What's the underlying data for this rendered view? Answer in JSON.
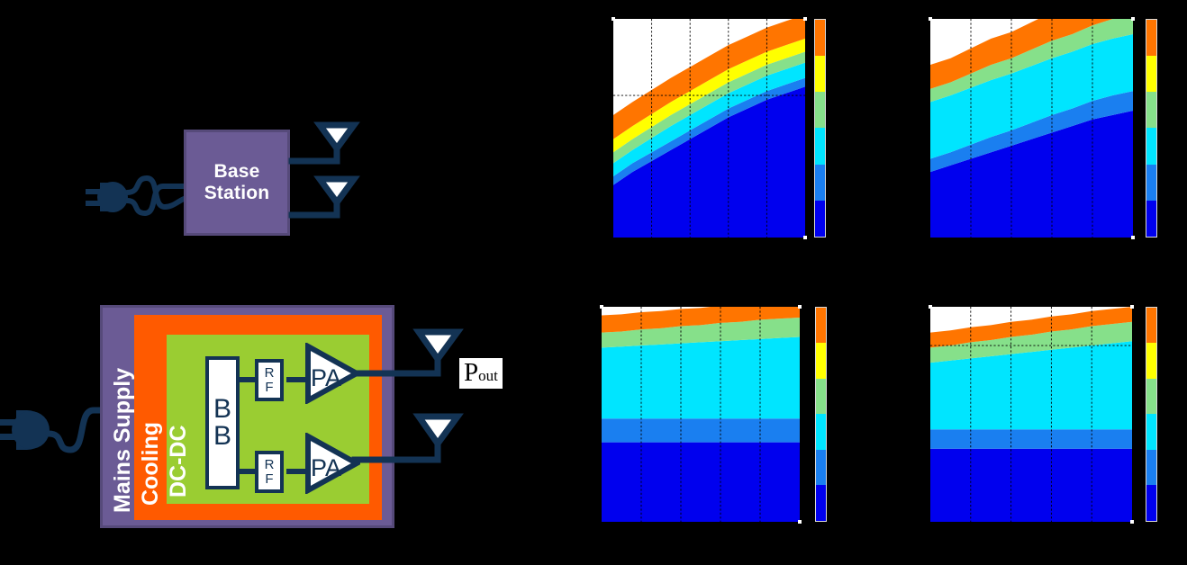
{
  "diagram": {
    "base_station": {
      "label_line1": "Base",
      "label_line2": "Station",
      "box_color": "#6b5b95",
      "antenna_count": 2
    },
    "detailed_station": {
      "frames": [
        {
          "name": "mains-supply",
          "label": "Mains Supply",
          "color": "#6b5b95"
        },
        {
          "name": "cooling",
          "label": "Cooling",
          "color": "#ff5a00"
        },
        {
          "name": "dc-dc",
          "label": "DC-DC",
          "color": "#9acd32"
        }
      ],
      "baseband_block": {
        "label_line1": "B",
        "label_line2": "B"
      },
      "rf_blocks": [
        {
          "label_line1": "R",
          "label_line2": "F"
        },
        {
          "label_line1": "R",
          "label_line2": "F"
        }
      ],
      "amplifiers": [
        {
          "label": "PA"
        },
        {
          "label": "PA"
        }
      ],
      "output_label": {
        "base": "P",
        "subscript": "out"
      },
      "antenna_count": 2,
      "plug_icon": "power-plug-icon",
      "line_color": "#133354"
    }
  },
  "palette": {
    "band_colors": [
      "#0000ee",
      "#1a7ff0",
      "#00e5ff",
      "#86e08a",
      "#ffff00",
      "#ff7500"
    ],
    "background": "#000000",
    "plot_background": "#ffffff",
    "gridline_color": "#000000"
  },
  "chart_data": [
    {
      "id": "chart-top-left",
      "type": "area",
      "stacked": true,
      "title": "",
      "xlabel": "",
      "ylabel": "",
      "xlim": [
        0,
        100
      ],
      "ylim": [
        0,
        100
      ],
      "grid": true,
      "gridlines_x": [
        20,
        40,
        60,
        80
      ],
      "gridlines_y": [
        65
      ],
      "legend": "colorbar-right",
      "x": [
        0,
        10,
        20,
        30,
        40,
        50,
        60,
        70,
        80,
        90,
        100
      ],
      "series": [
        {
          "name": "band-1-blue",
          "color": "#0000ee",
          "values": [
            24,
            30,
            35,
            40,
            45,
            50,
            55,
            59,
            63,
            66,
            69
          ]
        },
        {
          "name": "band-2-dodger",
          "color": "#1a7ff0",
          "values": [
            4,
            4,
            4,
            4,
            4,
            4,
            4,
            4,
            4,
            4,
            4
          ]
        },
        {
          "name": "band-3-cyan",
          "color": "#00e5ff",
          "values": [
            6,
            6,
            6.5,
            7,
            7,
            7,
            7,
            7,
            7,
            7,
            7
          ]
        },
        {
          "name": "band-4-green",
          "color": "#86e08a",
          "values": [
            5,
            5,
            5,
            5,
            5,
            5,
            5,
            5,
            5,
            5,
            5
          ]
        },
        {
          "name": "band-5-yellow",
          "color": "#ffff00",
          "values": [
            6,
            6,
            6,
            6,
            6,
            6,
            6,
            6,
            6,
            6,
            6
          ]
        },
        {
          "name": "band-6-orange",
          "color": "#ff7500",
          "values": [
            11,
            11,
            11,
            11,
            11,
            11,
            11,
            11,
            11,
            11,
            11
          ]
        }
      ],
      "colorbar": {
        "bands": [
          "#0000ee",
          "#1a7ff0",
          "#00e5ff",
          "#86e08a",
          "#ffff00",
          "#ff7500"
        ],
        "ticks": 6
      }
    },
    {
      "id": "chart-top-right",
      "type": "area",
      "stacked": true,
      "title": "",
      "xlabel": "",
      "ylabel": "",
      "xlim": [
        0,
        100
      ],
      "ylim": [
        0,
        100
      ],
      "grid": true,
      "gridlines_x": [
        20,
        40,
        60,
        80
      ],
      "gridlines_y": [],
      "legend": "colorbar-right",
      "x": [
        0,
        10,
        20,
        30,
        40,
        50,
        60,
        70,
        80,
        90,
        100
      ],
      "series": [
        {
          "name": "band-1-blue",
          "color": "#0000ee",
          "values": [
            30,
            33,
            36,
            39,
            42,
            45,
            48,
            51,
            54,
            56,
            58
          ]
        },
        {
          "name": "band-2-dodger",
          "color": "#1a7ff0",
          "values": [
            6,
            6,
            6.5,
            7,
            7,
            7.5,
            8,
            8,
            8.5,
            9,
            9
          ]
        },
        {
          "name": "band-3-cyan",
          "color": "#00e5ff",
          "values": [
            26,
            26,
            26,
            26,
            26,
            26,
            26,
            26,
            26,
            26,
            26
          ]
        },
        {
          "name": "band-4-green",
          "color": "#86e08a",
          "values": [
            6,
            6,
            6.5,
            7,
            7,
            7.5,
            8,
            8,
            8.5,
            9,
            9
          ]
        },
        {
          "name": "band-5-yellow",
          "color": "#ffff00",
          "values": [
            0,
            0,
            0,
            0,
            0,
            0,
            0,
            0,
            0,
            0,
            0
          ]
        },
        {
          "name": "band-6-orange",
          "color": "#ff7500",
          "values": [
            11,
            11,
            11.5,
            12,
            12,
            12.5,
            13,
            13,
            13.5,
            14,
            14
          ]
        }
      ],
      "colorbar": {
        "bands": [
          "#0000ee",
          "#1a7ff0",
          "#00e5ff",
          "#86e08a",
          "#ffff00",
          "#ff7500"
        ],
        "ticks": 6
      }
    },
    {
      "id": "chart-bottom-left",
      "type": "area",
      "stacked": true,
      "title": "",
      "xlabel": "",
      "ylabel": "",
      "xlim": [
        0,
        100
      ],
      "ylim": [
        0,
        100
      ],
      "grid": true,
      "gridlines_x": [
        20,
        40,
        60,
        80
      ],
      "gridlines_y": [],
      "legend": "colorbar-right",
      "x": [
        0,
        10,
        20,
        30,
        40,
        50,
        60,
        70,
        80,
        90,
        100
      ],
      "series": [
        {
          "name": "band-1-blue",
          "color": "#0000ee",
          "values": [
            37,
            37,
            37,
            37,
            37,
            37,
            37,
            37,
            37,
            37,
            37
          ]
        },
        {
          "name": "band-2-dodger",
          "color": "#1a7ff0",
          "values": [
            11,
            11,
            11,
            11,
            11,
            11,
            11,
            11,
            11,
            11,
            11
          ]
        },
        {
          "name": "band-3-cyan",
          "color": "#00e5ff",
          "values": [
            33,
            33.5,
            34,
            34.5,
            35,
            35.5,
            36,
            36.5,
            37,
            37.5,
            38
          ]
        },
        {
          "name": "band-4-green",
          "color": "#86e08a",
          "values": [
            7,
            7,
            7.5,
            7.5,
            8,
            8,
            8.5,
            8.5,
            9,
            9,
            9
          ]
        },
        {
          "name": "band-5-yellow",
          "color": "#ffff00",
          "values": [
            0,
            0,
            0,
            0,
            0,
            0,
            0,
            0,
            0,
            0,
            0
          ]
        },
        {
          "name": "band-6-orange",
          "color": "#ff7500",
          "values": [
            8,
            8,
            8,
            8,
            8,
            8,
            8,
            8,
            8,
            8,
            8
          ]
        }
      ],
      "colorbar": {
        "bands": [
          "#0000ee",
          "#1a7ff0",
          "#00e5ff",
          "#86e08a",
          "#ffff00",
          "#ff7500"
        ],
        "ticks": 6
      }
    },
    {
      "id": "chart-bottom-right",
      "type": "area",
      "stacked": true,
      "title": "",
      "xlabel": "",
      "ylabel": "",
      "xlim": [
        0,
        100
      ],
      "ylim": [
        0,
        100
      ],
      "grid": true,
      "gridlines_x": [
        20,
        40,
        60,
        80
      ],
      "gridlines_y": [
        82
      ],
      "legend": "colorbar-right",
      "x": [
        0,
        10,
        20,
        30,
        40,
        50,
        60,
        70,
        80,
        90,
        100
      ],
      "series": [
        {
          "name": "band-1-blue",
          "color": "#0000ee",
          "values": [
            34,
            34,
            34,
            34,
            34,
            34,
            34,
            34,
            34,
            34,
            34
          ]
        },
        {
          "name": "band-2-dodger",
          "color": "#1a7ff0",
          "values": [
            9,
            9,
            9,
            9,
            9,
            9,
            9,
            9,
            9,
            9,
            9
          ]
        },
        {
          "name": "band-3-cyan",
          "color": "#00e5ff",
          "values": [
            31,
            32,
            33,
            34,
            35,
            36,
            37,
            38,
            39,
            40,
            41
          ]
        },
        {
          "name": "band-4-green",
          "color": "#86e08a",
          "values": [
            7,
            7,
            7.5,
            7.5,
            8,
            8,
            8.5,
            8.5,
            9,
            9,
            9
          ]
        },
        {
          "name": "band-5-yellow",
          "color": "#ffff00",
          "values": [
            0,
            0,
            0,
            0,
            0,
            0,
            0,
            0,
            0,
            0,
            0
          ]
        },
        {
          "name": "band-6-orange",
          "color": "#ff7500",
          "values": [
            7,
            7,
            7,
            7,
            7,
            7,
            7,
            7,
            7,
            7,
            7
          ]
        }
      ],
      "colorbar": {
        "bands": [
          "#0000ee",
          "#1a7ff0",
          "#00e5ff",
          "#86e08a",
          "#ffff00",
          "#ff7500"
        ],
        "ticks": 6
      }
    }
  ]
}
